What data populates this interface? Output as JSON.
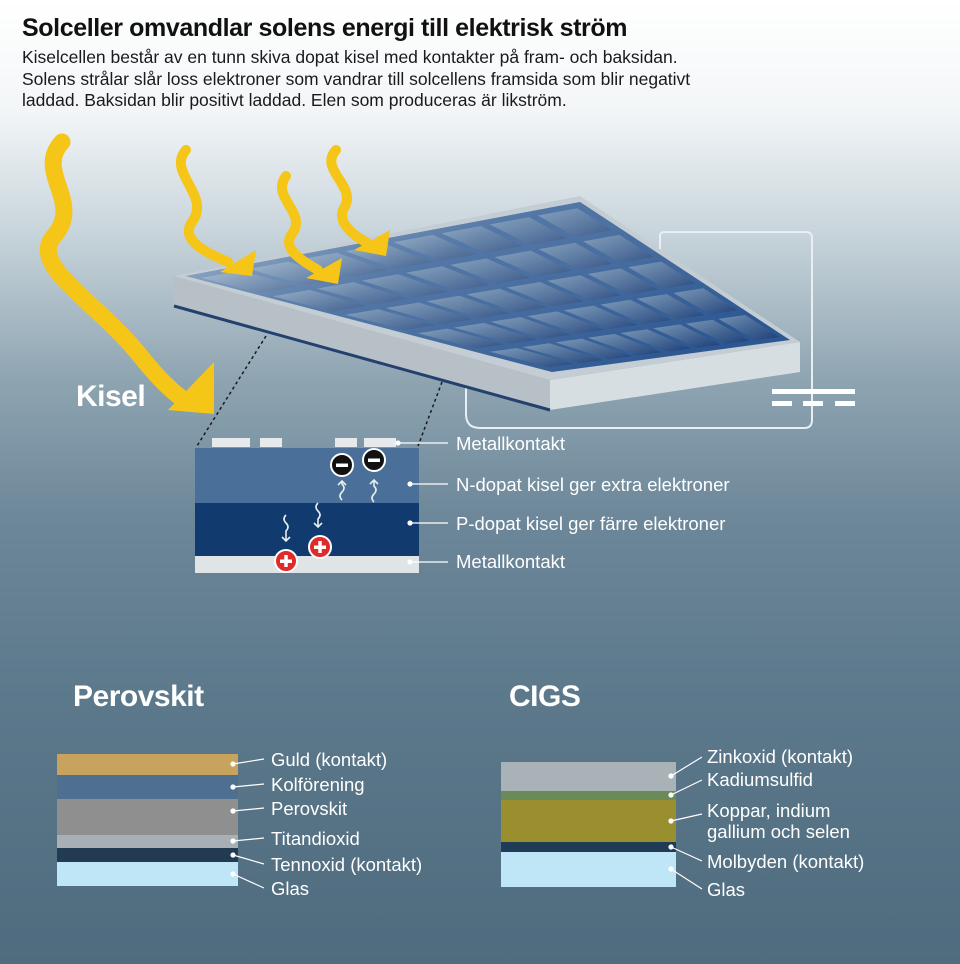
{
  "header": {
    "title": "Solceller omvandlar solens energi till elektrisk ström",
    "intro": "Kiselcellen består av en tunn skiva dopat kisel med kontakter på fram- och baksidan. Solens strålar slår loss elektroner som vandrar till solcellens framsida som blir negativt laddad. Baksidan blir positivt laddad. Elen som produceras är likström."
  },
  "kisel": {
    "label": "Kisel",
    "layers": [
      "Metallkontakt",
      "N-dopat kisel ger extra elektroner",
      "P-dopat kisel ger färre elektroner",
      "Metallkontakt"
    ]
  },
  "perovskit": {
    "title": "Perovskit",
    "layers": [
      {
        "label": "Guld (kontakt)",
        "color": "#c7a35e"
      },
      {
        "label": "Kolförening",
        "color": "#4f6f90"
      },
      {
        "label": "Perovskit",
        "color": "#8f8f8f"
      },
      {
        "label": "Titandioxid",
        "color": "#a9b0b5"
      },
      {
        "label": "Tennoxid (kontakt)",
        "color": "#223a52"
      },
      {
        "label": "Glas",
        "color": "#bfe6f7"
      }
    ]
  },
  "cigs": {
    "title": "CIGS",
    "layers": [
      {
        "label": "Zinkoxid (kontakt)",
        "color": "#a9b2b7"
      },
      {
        "label": "Kadiumsulfid",
        "color": "#6a8a57"
      },
      {
        "label": "Koppar, indium",
        "color": "#9a8f2e"
      },
      {
        "label": "gallium och selen",
        "color": "#9a8f2e"
      },
      {
        "label": "Molbyden (kontakt)",
        "color": "#1f3b55"
      },
      {
        "label": "Glas",
        "color": "#bfe6f7"
      }
    ]
  },
  "colors": {
    "sun_ray": "#f5c518",
    "n_layer": "#4a6f98",
    "p_layer": "#113a6e",
    "electron": "#111111",
    "hole": "#e02b2b"
  }
}
